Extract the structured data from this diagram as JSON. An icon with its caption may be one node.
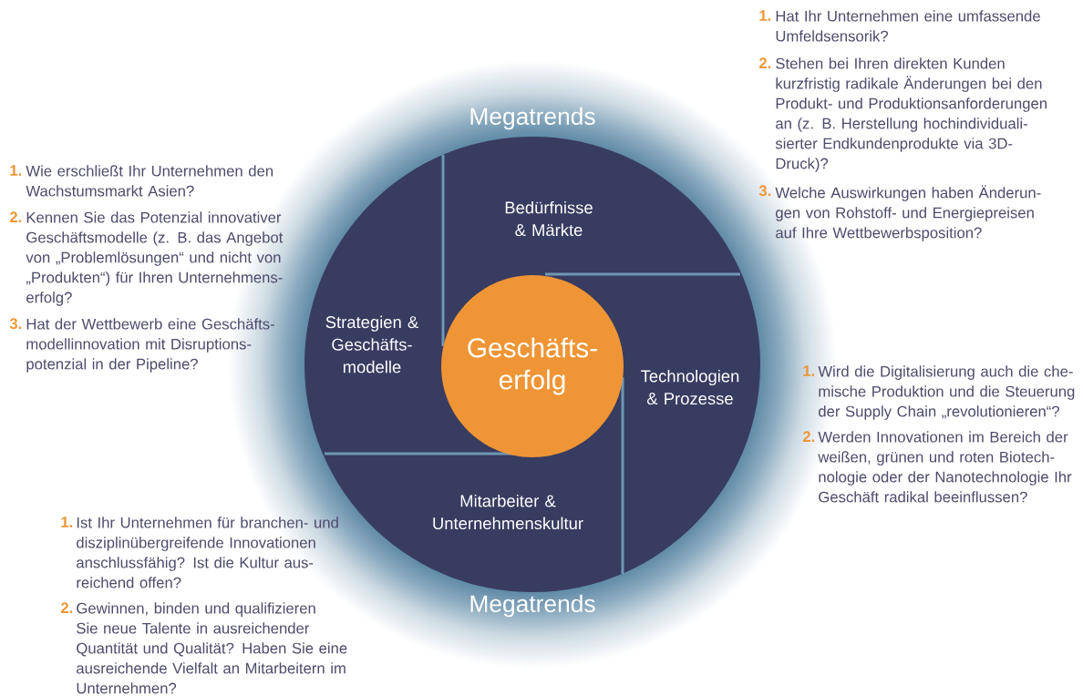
{
  "diagram": {
    "nodes": [
      {
        "text": [
          "Megatrends",
          "Megatrends"
        ]
      },
      {
        "text": [
          "Bedürfnisse & Märkte"
        ],
        "in": 0
      },
      {
        "text": [
          "Strategien & Geschäfts-modelle"
        ],
        "in": 0
      },
      {
        "text": [
          "Geschäfts-erfolg"
        ],
        "in": 0
      },
      {
        "text": [
          "Technologien & Prozesse"
        ],
        "in": 0
      },
      {
        "text": [
          "Mitarbeiter & Unternehmenskultur"
        ],
        "in": 0
      }
    ],
    "labels": [
      "1.",
      "Hat Ihr Unternehmen eine umfassende Umfeldsensorik?",
      "2.",
      "Stehen bei Ihren direkten Kunden kurzfristig radikale Änderungen bei den Produkt- und Produktionsanforderungen an (z. B. Herstellung hochindividuali-sierter Endkundenprodukte via 3D-Druck)?",
      "3.",
      "Welche Auswirkungen haben Änderun-gen von Rohstoff- und Energiepreisen auf Ihre Wettbewerbsposition?",
      "1.",
      "Wie erschließt Ihr Unternehmen den Wachstumsmarkt Asien?",
      "2.",
      "Kennen Sie das Potenzial innovativer Geschäftsmodelle (z. B. das Angebot von „Problemlösungen“ und nicht von „Produkten“) für Ihren Unternehmens-erfolg?",
      "3.",
      "Hat der Wettbewerb eine Geschäfts-modellinnovation mit Disruptions-potenzial in der Pipeline?",
      "1.",
      "Wird die Digitalisierung auch die che-mische Produktion und die Steuerung der Supply Chain „revolutionieren“?",
      "2.",
      "Werden Innovationen im Bereich der weißen, grünen und roten Biotech-nologie oder der Nanotechnologie Ihr Geschäft radikal beeinflussen?",
      "1.",
      "Ist Ihr Unternehmen für branchen- und disziplinübergreifende Innovationen anschlussfähig? Ist die Kultur aus-reichend offen?",
      "2.",
      "Gewinnen, binden und qualifizieren Sie neue Talente in ausreichender Quantität und Qualität? Haben Sie eine ausreichende Vielfalt an Mitarbeitern im Unternehmen?"
    ]
  }
}
